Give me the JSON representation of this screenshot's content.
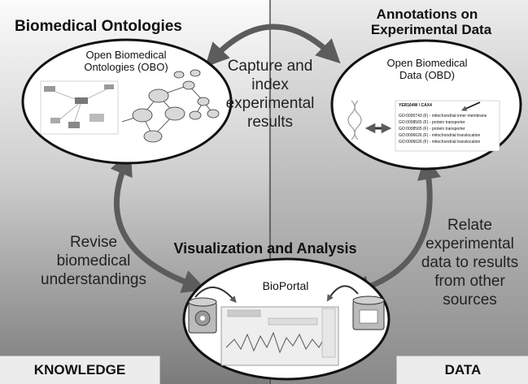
{
  "sections": {
    "left_heading": "Biomedical Ontologies",
    "right_heading_line1": "Annotations on",
    "right_heading_line2": "Experimental Data",
    "bottom_heading": "Visualization and Analysis"
  },
  "nodes": {
    "obo_line1": "Open Biomedical",
    "obo_line2": "Ontologies (OBO)",
    "obd_line1": "Open Biomedical",
    "obd_line2": "Data (OBD)",
    "bioportal": "BioPortal"
  },
  "arrows": {
    "top": [
      "Capture and",
      "index",
      "experimental",
      "results"
    ],
    "left": [
      "Revise",
      "biomedical",
      "understandings"
    ],
    "right": [
      "Relate",
      "experimental",
      "data to results",
      "from other",
      "sources"
    ]
  },
  "corners": {
    "left": "KNOWLEDGE",
    "right": "DATA"
  },
  "annotation_snippet": {
    "title": "YER164W / CAX4",
    "lines": [
      "GO:0000743 (F) - mitochondrial inner membrane",
      "GO:0008565 (F) - protein transporter",
      "GO:0008565 (F) - protein transporter",
      "GO:0006626 (F) - mitochondrial translocation",
      "GO:0006626 (F) - mitochondrial translocation"
    ]
  },
  "colors": {
    "arrow": "#5c5c5c",
    "oval_fill": "#ffffff",
    "divider": "#333333"
  }
}
